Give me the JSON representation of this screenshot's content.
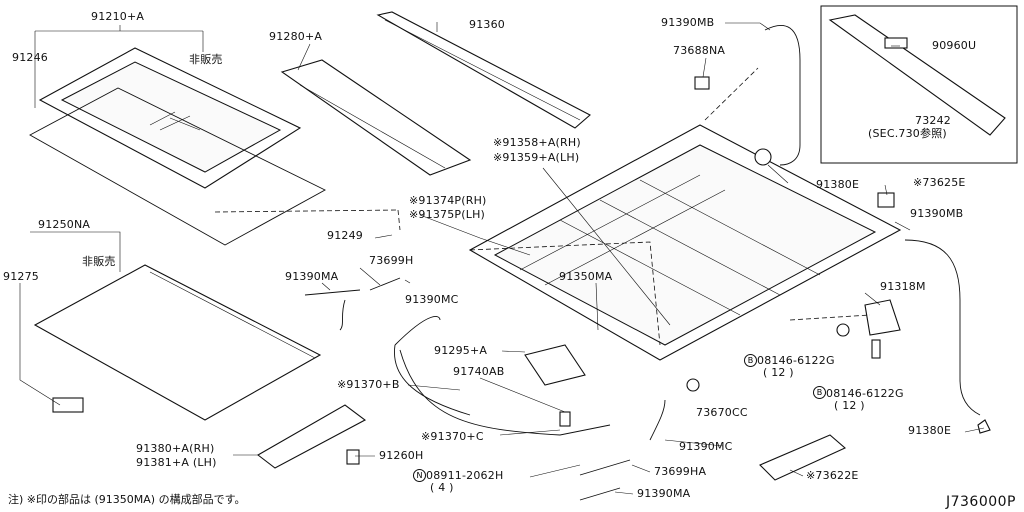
{
  "labels": {
    "l_91210A": "91210+A",
    "l_91246": "91246",
    "l_hihanbai1": "非販売",
    "l_91280A": "91280+A",
    "l_91360": "91360",
    "l_91390MB_top": "91390MB",
    "l_73688NA": "73688NA",
    "l_90960U": "90960U",
    "l_73242": "73242",
    "l_sec730": "(SEC.730参照)",
    "l_91358": "※91358+A(RH)",
    "l_91359": "※91359+A(LH)",
    "l_91380E_top": "91380E",
    "l_73625E": "※73625E",
    "l_91374P": "※91374P(RH)",
    "l_91375P": "※91375P(LH)",
    "l_91390MB_right": "91390MB",
    "l_91250NA": "91250NA",
    "l_91249": "91249",
    "l_73699H": "73699H",
    "l_hihanbai2": "非販売",
    "l_91275": "91275",
    "l_91390MA_left": "91390MA",
    "l_91390MC_mid": "91390MC",
    "l_91350MA": "91350MA",
    "l_91318M": "91318M",
    "l_91295A": "91295+A",
    "l_08146_1": "08146-6122G",
    "l_08146_1q": "( 12 )",
    "l_91740AB": "91740AB",
    "l_73670CC": "73670CC",
    "l_08146_2": "08146-6122G",
    "l_08146_2q": "( 12 )",
    "l_91370B": "※91370+B",
    "l_91380E_bottom": "91380E",
    "l_91370C": "※91370+C",
    "l_91390MC_low": "91390MC",
    "l_91380A": "91380+A(RH)",
    "l_91381A": "91381+A (LH)",
    "l_91260H": "91260H",
    "l_08911": "08911-2062H",
    "l_08911q": "( 4 )",
    "l_73699HA": "73699HA",
    "l_73622E": "※73622E",
    "l_91390MA_low": "91390MA"
  },
  "circle_marks": {
    "b1": "B",
    "b2": "B",
    "n1": "N"
  },
  "footnote": "注) ※印の部品は (91350MA) の構成部品です。",
  "diagram_code": "J736000P"
}
